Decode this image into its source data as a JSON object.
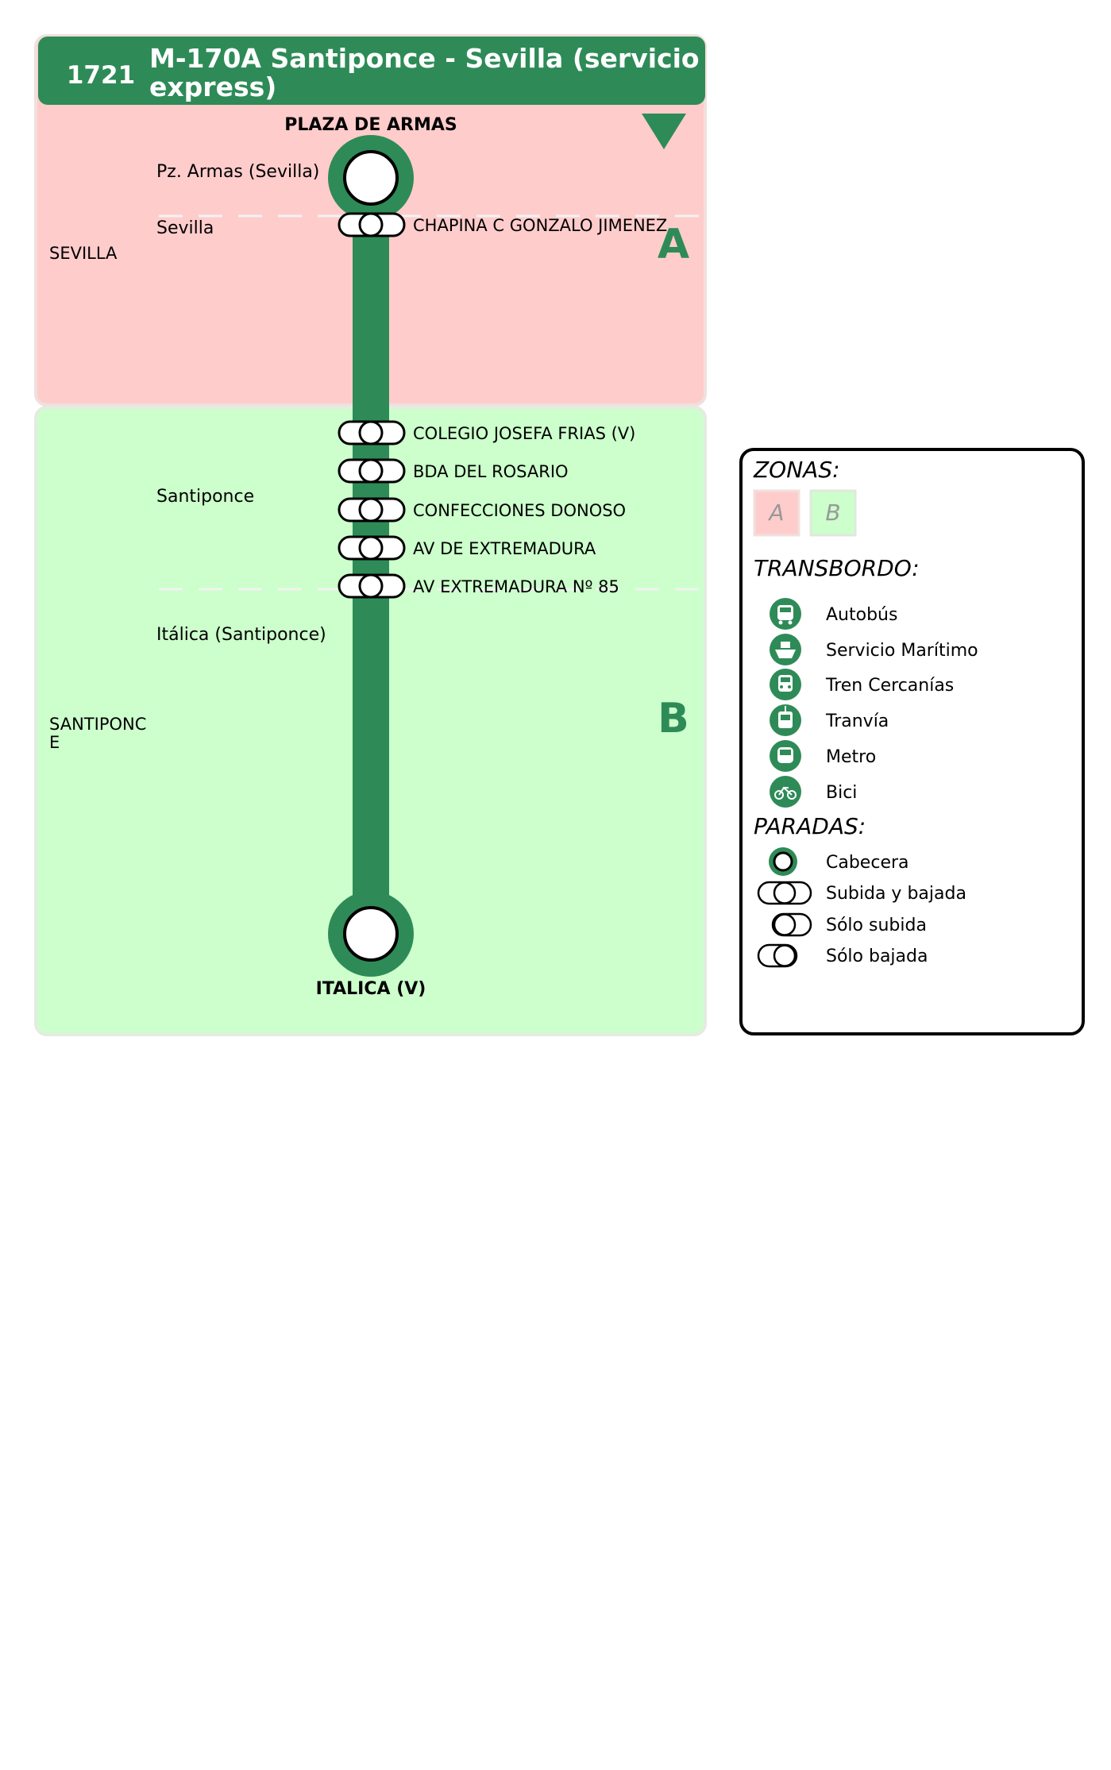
{
  "header": {
    "route_id": "1721",
    "title_line1": "M-170A Santiponce - Sevilla (servicio",
    "title_line2": "express)"
  },
  "direction_icon": "triangle-down-icon",
  "colors": {
    "brand_green": "#2e8b57",
    "zone_a": "#ffcccc",
    "zone_b": "#ccffcc"
  },
  "zones": [
    {
      "letter": "A",
      "municipality": "SEVILLA"
    },
    {
      "letter": "B",
      "municipality_line1": "SANTIPONC",
      "municipality_line2": "E"
    }
  ],
  "terminals": {
    "origin": "PLAZA DE ARMAS",
    "destination": "ITALICA (V)"
  },
  "localities": [
    "Pz. Armas (Sevilla)",
    "Sevilla",
    "Santiponce",
    "Itálica (Santiponce)"
  ],
  "stops": [
    "CHAPINA C GONZALO JIMENEZ",
    "COLEGIO JOSEFA FRIAS (V)",
    "BDA DEL ROSARIO",
    "CONFECCIONES DONOSO",
    "AV DE EXTREMADURA",
    "AV EXTREMADURA Nº 85"
  ],
  "legend": {
    "zonas_title": "ZONAS:",
    "zone_a": "A",
    "zone_b": "B",
    "transbordo_title": "TRANSBORDO:",
    "transbordo": [
      {
        "label": "Autobús",
        "icon": "bus-icon"
      },
      {
        "label": "Servicio Marítimo",
        "icon": "ferry-icon"
      },
      {
        "label": "Tren Cercanías",
        "icon": "train-icon"
      },
      {
        "label": "Tranvía",
        "icon": "tram-icon"
      },
      {
        "label": "Metro",
        "icon": "metro-icon"
      },
      {
        "label": "Bici",
        "icon": "bicycle-icon"
      }
    ],
    "paradas_title": "PARADAS:",
    "paradas": [
      {
        "label": "Cabecera",
        "icon": "terminal-stop-icon"
      },
      {
        "label": "Subida y bajada",
        "icon": "board-alight-stop-icon"
      },
      {
        "label": "Sólo subida",
        "icon": "board-only-stop-icon"
      },
      {
        "label": "Sólo bajada",
        "icon": "alight-only-stop-icon"
      }
    ]
  }
}
